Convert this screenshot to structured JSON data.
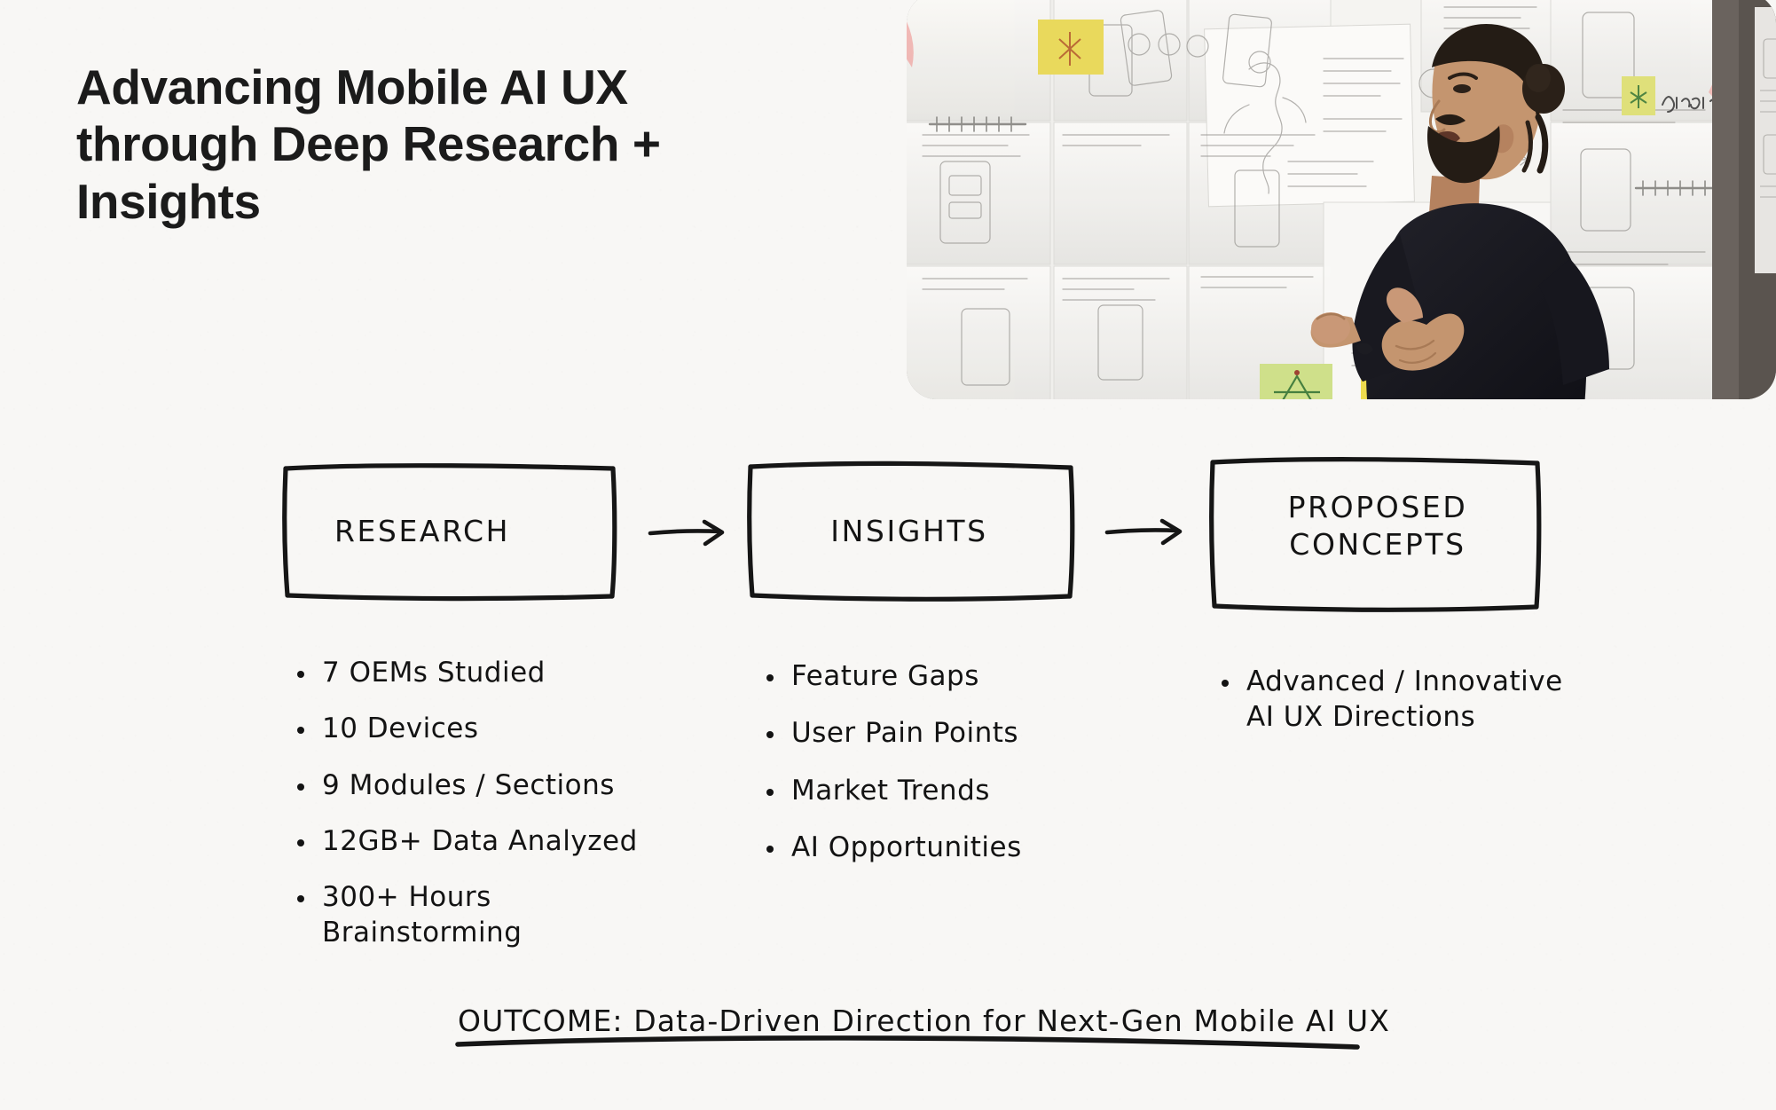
{
  "slide": {
    "title": "Advancing Mobile AI UX\nthrough Deep Research +\nInsights",
    "background_color": "#f8f7f5",
    "ink_color": "#131313"
  },
  "photo": {
    "alt": "Presenter standing in front of a wall covered with printed UX wireframe sketches and sticky notes",
    "subject": "person-presenting",
    "wall_color": "#6d6763",
    "paper_color": "#f2f1ee",
    "sticky_yellow": "#e8d85a",
    "sticky_green": "#cfe08a",
    "sticky_pink": "#f2a2a0",
    "shirt_color": "#15151a",
    "skin_color": "#c99877",
    "hair_color": "#231b15"
  },
  "flow": {
    "steps": [
      {
        "id": "research",
        "label": "RESEARCH"
      },
      {
        "id": "insights",
        "label": "INSIGHTS"
      },
      {
        "id": "concepts",
        "label": "PROPOSED\nCONCEPTS"
      }
    ],
    "arrows": [
      "arrow-research-to-insights",
      "arrow-insights-to-concepts"
    ]
  },
  "columns": {
    "research": [
      "7 OEMs Studied",
      "10 Devices",
      "9 Modules / Sections",
      "12GB+ Data Analyzed",
      "300+ Hours\nBrainstorming"
    ],
    "insights": [
      "Feature Gaps",
      "User Pain Points",
      "Market Trends",
      "AI Opportunities"
    ],
    "concepts": [
      "Advanced / Innovative\nAI UX Directions"
    ]
  },
  "outcome": {
    "text": "OUTCOME:  Data-Driven  Direction  for  Next-Gen  Mobile  AI  UX"
  }
}
